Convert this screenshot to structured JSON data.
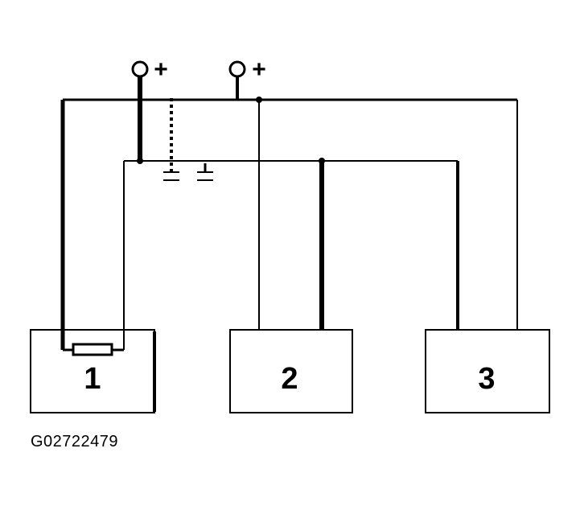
{
  "figure_id": "G02722479",
  "components": [
    {
      "label": "1"
    },
    {
      "label": "2"
    },
    {
      "label": "3"
    }
  ],
  "terminals": [
    {
      "symbol": "+"
    },
    {
      "symbol": "+"
    }
  ],
  "colors": {
    "line": "#000000",
    "background": "#ffffff"
  }
}
